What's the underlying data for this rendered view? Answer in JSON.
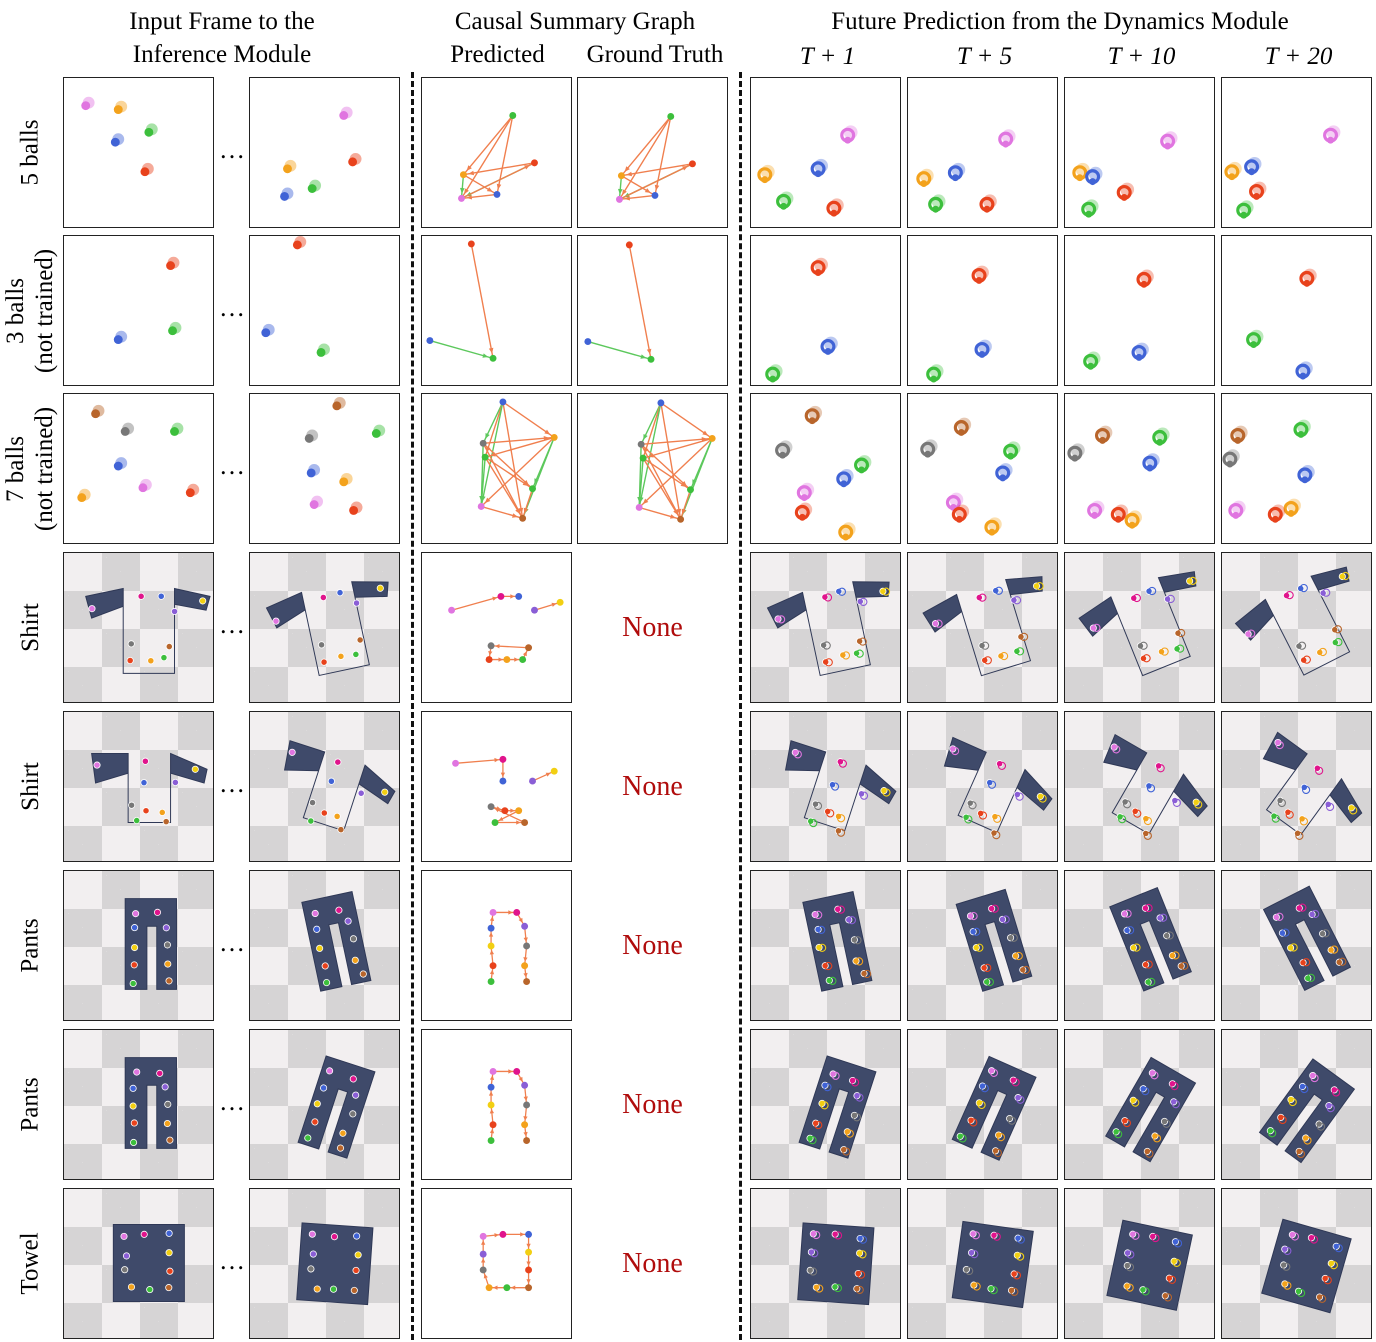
{
  "headers": {
    "input": [
      "Input Frame to the",
      "Inference Module"
    ],
    "causal": "Causal Summary Graph",
    "predicted": "Predicted",
    "ground_truth": "Ground Truth",
    "future": "Future Prediction from the Dynamics Module",
    "t1": "T + 1",
    "t5": "T + 5",
    "t10": "T + 10",
    "t20": "T + 20"
  },
  "rows": [
    {
      "label": [
        "5 balls"
      ],
      "kind": "balls",
      "n": 5
    },
    {
      "label": [
        "3 balls",
        "(not trained)"
      ],
      "kind": "balls",
      "n": 3
    },
    {
      "label": [
        "7 balls",
        "(not trained)"
      ],
      "kind": "balls",
      "n": 7
    },
    {
      "label": [
        "Shirt"
      ],
      "kind": "shirt"
    },
    {
      "label": [
        "Shirt"
      ],
      "kind": "shirt"
    },
    {
      "label": [
        "Pants"
      ],
      "kind": "pants"
    },
    {
      "label": [
        "Pants"
      ],
      "kind": "pants"
    },
    {
      "label": [
        "Towel"
      ],
      "kind": "towel"
    }
  ],
  "ellipsis": "…",
  "none_label": "None",
  "colors": {
    "red": "#e8421c",
    "green": "#3cbf3c",
    "blue": "#4063d6",
    "orange": "#f3a21c",
    "pink": "#e075e0",
    "gray": "#777777",
    "brown": "#b8652b",
    "yellow": "#f2cf12",
    "magenta": "#e0148c",
    "purple": "#8a5ed6",
    "cloth": "#3f4a6a",
    "edge_orange": "#f07f4e",
    "edge_green": "#5cc85c",
    "none_red": "#b00c0c"
  }
}
